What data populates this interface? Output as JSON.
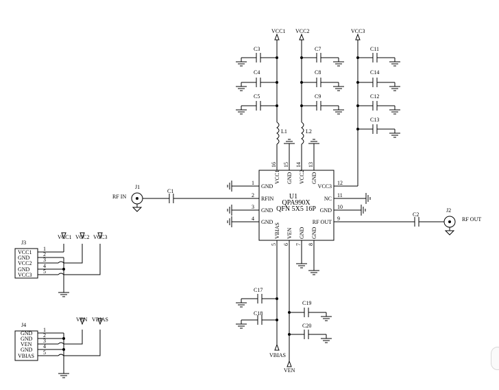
{
  "u1": {
    "ref": "U1",
    "part": "QPA990X",
    "package": "QFN 5X5 16P"
  },
  "pins": {
    "p1": {
      "num": "1",
      "name": "GND"
    },
    "p2": {
      "num": "2",
      "name": "RFIN"
    },
    "p3": {
      "num": "3",
      "name": "GND"
    },
    "p4": {
      "num": "4",
      "name": "GND"
    },
    "p5": {
      "num": "5",
      "name": "VBIAS"
    },
    "p6": {
      "num": "6",
      "name": "VEN"
    },
    "p7": {
      "num": "7",
      "name": "GND"
    },
    "p8": {
      "num": "8",
      "name": "GND"
    },
    "p9": {
      "num": "9",
      "name": "RF OUT"
    },
    "p10": {
      "num": "10",
      "name": "GND"
    },
    "p11": {
      "num": "11",
      "name": "NC"
    },
    "p12": {
      "num": "12",
      "name": "VCC3"
    },
    "p13": {
      "num": "13",
      "name": "GND"
    },
    "p14": {
      "num": "14",
      "name": "VCC2"
    },
    "p15": {
      "num": "15",
      "name": "GND"
    },
    "p16": {
      "num": "16",
      "name": "VCC1"
    }
  },
  "caps": {
    "c1": "C1",
    "c2": "C2",
    "c3": "C3",
    "c4": "C4",
    "c5": "C5",
    "c7": "C7",
    "c8": "C8",
    "c9": "C9",
    "c11": "C11",
    "c12": "C12",
    "c13": "C13",
    "c14": "C14",
    "c17": "C17",
    "c18": "C18",
    "c19": "C19",
    "c20": "C20"
  },
  "inductors": {
    "l1": "L1",
    "l2": "L2"
  },
  "rails": {
    "vcc1": "VCC1",
    "vcc2": "VCC2",
    "vcc3": "VCC3",
    "vbias": "VBIAS",
    "ven": "VEN"
  },
  "connectors": {
    "j1": {
      "ref": "J1",
      "label": "RF IN"
    },
    "j2": {
      "ref": "J2",
      "label": "RF OUT"
    }
  },
  "j3": {
    "ref": "J3",
    "pins": [
      {
        "num": "1",
        "name": "VCC1"
      },
      {
        "num": "2",
        "name": "GND"
      },
      {
        "num": "3",
        "name": "VCC2"
      },
      {
        "num": "4",
        "name": "GND"
      },
      {
        "num": "5",
        "name": "VCC3"
      }
    ],
    "flags": [
      "VCC1",
      "VCC2",
      "VCC3"
    ]
  },
  "j4": {
    "ref": "J4",
    "pins": [
      {
        "num": "1",
        "name": "GND"
      },
      {
        "num": "2",
        "name": "GND"
      },
      {
        "num": "3",
        "name": "VEN"
      },
      {
        "num": "4",
        "name": "GND"
      },
      {
        "num": "5",
        "name": "VBIAS"
      }
    ],
    "flags": [
      "VEN",
      "VBIAS"
    ]
  }
}
